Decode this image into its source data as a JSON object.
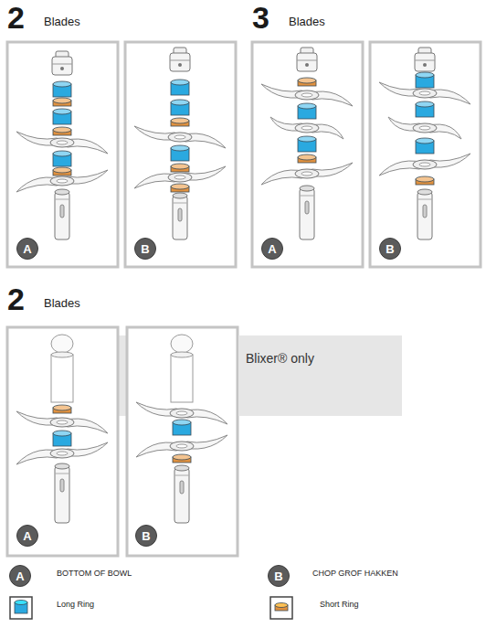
{
  "diagram": {
    "nodes": [
      {
        "text": [
          "A"
        ]
      },
      {
        "text": [
          "B"
        ]
      },
      {
        "text": [
          "A"
        ]
      },
      {
        "text": [
          "B"
        ]
      },
      {
        "text": [
          "A"
        ]
      },
      {
        "text": [
          "B"
        ]
      },
      {
        "text": [
          "Blixer® only"
        ]
      },
      {
        "text": [
          "A",
          "BOTTOM OF BOWL"
        ]
      },
      {
        "text": [
          "B",
          "CHOP GROF HAKKEN"
        ]
      }
    ],
    "labels": [
      "2",
      "Blades",
      "3",
      "Blades",
      "2",
      "Blades"
    ],
    "legend": [
      {
        "text": "Long Ring",
        "color": "#2aa9e0"
      },
      {
        "text": "Short Ring",
        "color": "#e0913f"
      }
    ]
  }
}
